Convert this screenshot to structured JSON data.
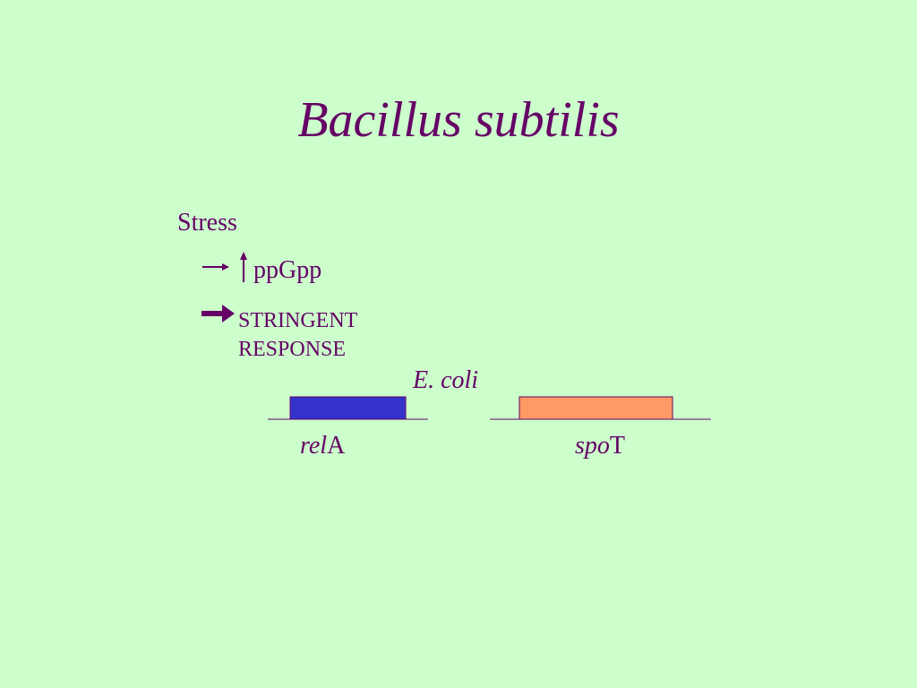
{
  "title": "Bacillus subtilis",
  "diagram": {
    "stress": "Stress",
    "ppgpp": "ppGpp",
    "stringent_line1": "STRINGENT",
    "stringent_line2": "RESPONSE",
    "organism": "E. coli",
    "genes": {
      "rela_prefix": "rel",
      "rela_suffix": "A",
      "spot_prefix": "spo",
      "spot_suffix": "T"
    }
  },
  "colors": {
    "background": "#ccffcc",
    "text": "#660066",
    "rela_gene": "#3333cc",
    "spot_gene": "#ff9966",
    "line": "#660066"
  }
}
